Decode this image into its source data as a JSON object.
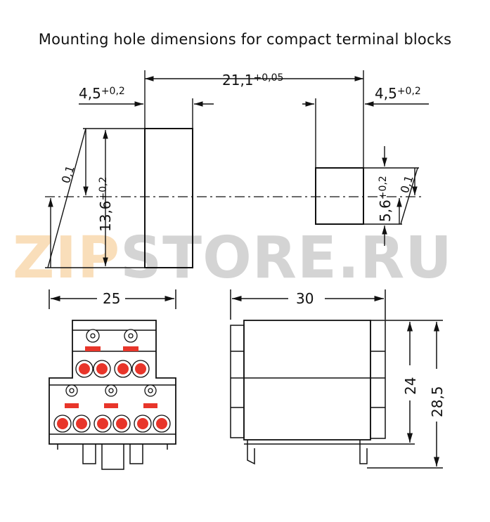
{
  "title": "Mounting hole dimensions for compact terminal blocks",
  "watermark": {
    "left": "ZIP",
    "right": "STORE.RU"
  },
  "dimensions": {
    "left_offset": {
      "value": "4,5",
      "tol": "+0,2"
    },
    "span": {
      "value": "21,1",
      "tol": "+0,05"
    },
    "right_offset": {
      "value": "4,5",
      "tol": "+0,2"
    },
    "left_height": {
      "value": "13,6",
      "tol": "+0,2"
    },
    "left_gap": "0,1",
    "right_height": {
      "value": "5,6",
      "tol": "+0,2"
    },
    "right_gap": "0,1",
    "front_width": "25",
    "side_width": "30",
    "side_height_inner": "24",
    "side_height_outer": "28,5"
  },
  "colors": {
    "line": "#111111",
    "pin": "#e8352a",
    "pin_ring": "#f2b6b0"
  }
}
